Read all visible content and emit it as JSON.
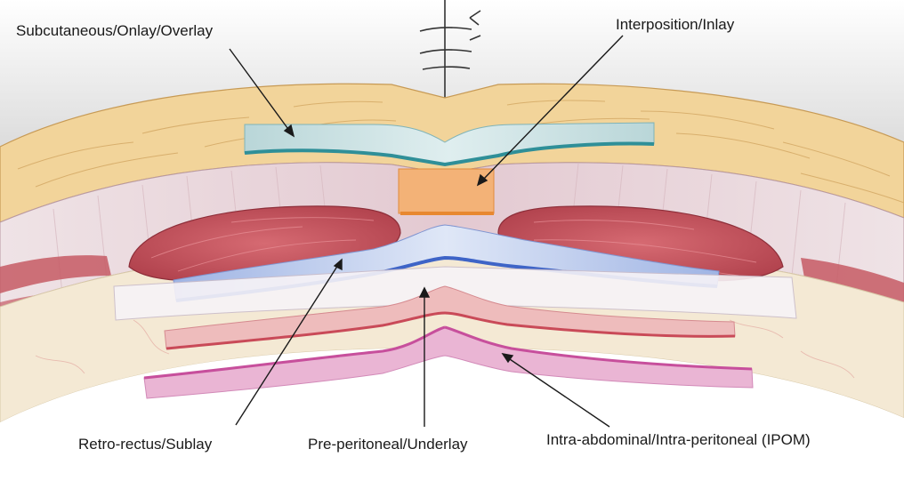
{
  "labels": {
    "onlay": "Subcutaneous/Onlay/Overlay",
    "inlay": "Interposition/Inlay",
    "sublay": "Retro-rectus/Sublay",
    "underlay": "Pre-peritoneal/Underlay",
    "ipom": "Intra-abdominal/Intra-peritoneal (IPOM)"
  },
  "colors": {
    "skin": "#ececec",
    "fat": "#f2d49a",
    "muscle_sheath": "#e6cfd6",
    "rectus_muscle": "#c9555f",
    "peritoneal_space": "#f4e9d4",
    "onlay_mesh": "#a7cfd2",
    "onlay_edge": "#2f8f98",
    "inlay_mesh": "#f0a35a",
    "sublay_mesh": "#8fa7de",
    "sublay_edge": "#3e64c7",
    "underlay_mesh": "#e9a2a2",
    "underlay_edge": "#c94a58",
    "ipom_mesh": "#e5a0c9",
    "ipom_edge": "#c74f9c"
  }
}
